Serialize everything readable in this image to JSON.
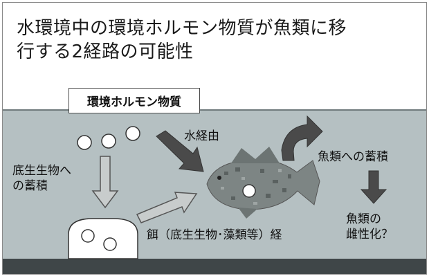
{
  "title_line1": "水環境中の環境ホルモン物質が魚類に移",
  "title_line2": "行する2経路の可能性",
  "box_label": "環境ホルモン物質",
  "label_benthic_line1": "底生生物へ",
  "label_benthic_line2": "の蓄積",
  "label_water_route": "水経由",
  "label_fish_accum": "魚類への蓄積",
  "label_feminize_line1": "魚類の",
  "label_feminize_line2": "雌性化？",
  "label_food_route": "餌（底生生物･藻類等）経",
  "colors": {
    "water": "#b5c0c2",
    "seabed": "#3f4648",
    "arrow_dark": "#4a4a4a",
    "arrow_light": "#c8cccc"
  }
}
